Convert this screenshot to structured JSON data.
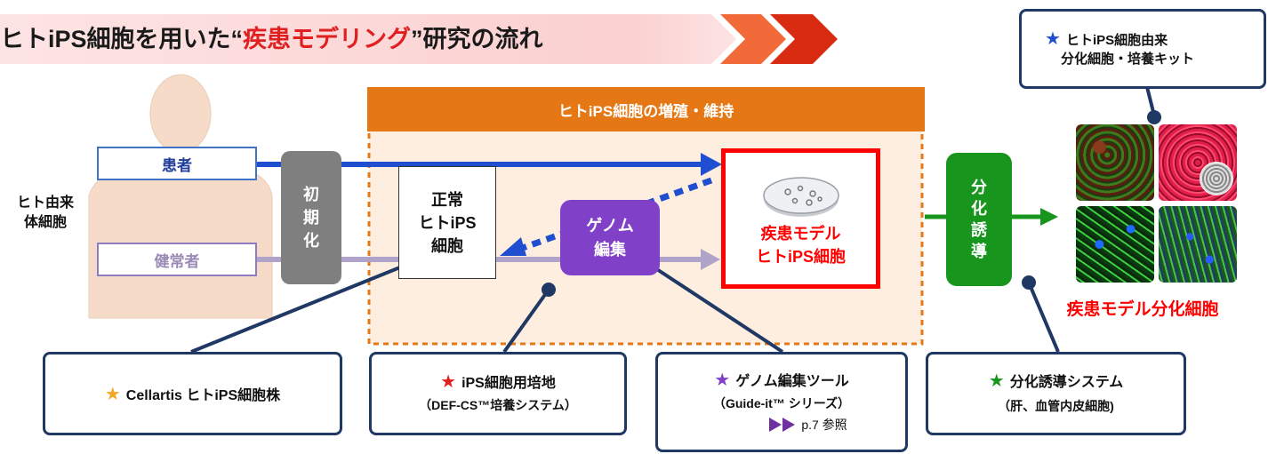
{
  "title": {
    "prefix": "ヒトiPS細胞を用いた",
    "open_quote": "“",
    "highlight": "疾患モデリング",
    "close_quote": "”",
    "suffix": "研究の流れ"
  },
  "colors": {
    "title_highlight": "#e02020",
    "orange": "#e57814",
    "patient_blue": "#1f4fd0",
    "healthy_purple": "#b0a3c9",
    "genome_purple": "#8040c8",
    "diff_green": "#18951d",
    "model_red": "#ff0000",
    "callout_border": "#1f3864"
  },
  "nodes": {
    "patient": "患者",
    "healthy": "健常者",
    "human_cells": [
      "ヒト由来",
      "体細胞"
    ],
    "reprogram": [
      "初",
      "期",
      "化"
    ],
    "normal_ips": [
      "正常",
      "ヒトiPS",
      "細胞"
    ],
    "genome_editing": [
      "ゲノム",
      "編集"
    ],
    "disease_model": [
      "疾患モデル",
      "ヒトiPS細胞"
    ],
    "differentiation": [
      "分",
      "化",
      "誘",
      "導"
    ],
    "disease_model_diff_cells": "疾患モデル分化細胞"
  },
  "orange_box": {
    "header": "ヒトiPS細胞の増殖・維持"
  },
  "callouts": {
    "cellartis": {
      "star_color": "#f5a623",
      "text": "Cellartis ヒトiPS細胞株"
    },
    "medium": {
      "star_color": "#e02020",
      "line1": "iPS細胞用培地",
      "line2": "（DEF-CS™培養システム）"
    },
    "genome_tool": {
      "star_color": "#8040c8",
      "line1": "ゲノム編集ツール",
      "line2": "（Guide-it™ シリーズ）",
      "ref": "p.7 参照"
    },
    "diff_system": {
      "star_color": "#18951d",
      "line1": "分化誘導システム",
      "line2": "（肝、血管内皮細胞)"
    },
    "kit": {
      "star_color": "#1f4fd0",
      "line1": "ヒトiPS細胞由来",
      "line2": "分化細胞・培養キット"
    }
  },
  "icons": {
    "star": "star-icon",
    "petri_dish": "petri-dish-icon",
    "double_chevron": "double-chevron-icon",
    "human_silhouette": "human-silhouette"
  }
}
